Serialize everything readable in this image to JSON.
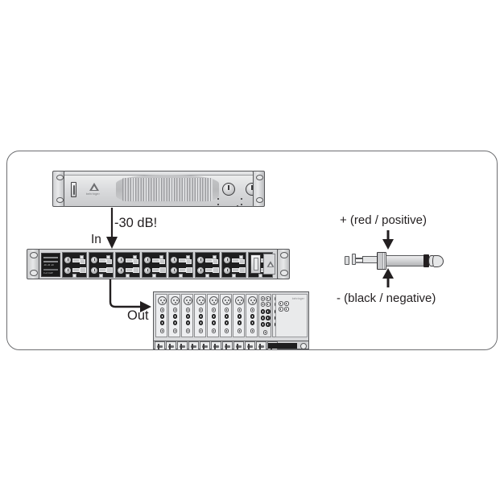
{
  "figure": {
    "type": "equipment-connection-diagram",
    "frame": {
      "border_color": "#6d6e71",
      "background": "#ffffff"
    }
  },
  "labels": {
    "gain_note": "-30 dB!",
    "input": "In",
    "output": "Out",
    "positive": "+ (red / positive)",
    "negative": "- (black / negative)"
  },
  "devices": {
    "amplifier": {
      "name": "power-amplifier",
      "brand": "behringer",
      "rack_units": "2U",
      "controls": [
        "power-switch",
        "channel-a-knob",
        "channel-b-knob"
      ],
      "features": [
        "ventilation-grille",
        "rack-ears"
      ]
    },
    "rack_unit": {
      "name": "eight-channel-rack-processor",
      "brand": "behringer",
      "rack_units": "1U",
      "channel_count": 8,
      "features": [
        "level-meter",
        "power-switch",
        "rack-ears"
      ]
    },
    "mixer": {
      "name": "mixing-console",
      "xlr_input_count": 8,
      "bus_strip_count": 4,
      "features": [
        "faders",
        "channel-knobs",
        "master-section"
      ]
    },
    "jack_plug": {
      "name": "quarter-inch-ts-plug",
      "parts": [
        "solder-lug-tip",
        "solder-lug-sleeve",
        "shaft",
        "ribbed-collar",
        "barrel",
        "insulator-band",
        "tip"
      ]
    }
  },
  "connections": [
    {
      "from": "amplifier",
      "to": "rack_unit",
      "label": "In",
      "note": "-30 dB!"
    },
    {
      "from": "rack_unit",
      "to": "mixer",
      "label": "Out"
    }
  ],
  "annotations": [
    {
      "target": "jack-tip",
      "text": "+ (red / positive)",
      "direction": "down"
    },
    {
      "target": "jack-sleeve",
      "text": "- (black / negative)",
      "direction": "up"
    }
  ],
  "colors": {
    "ink": "#231f20",
    "metal_light": "#e6e7e8",
    "metal_mid": "#b9babc",
    "metal_dark": "#58595b",
    "panel_black": "#1e1e1f"
  }
}
